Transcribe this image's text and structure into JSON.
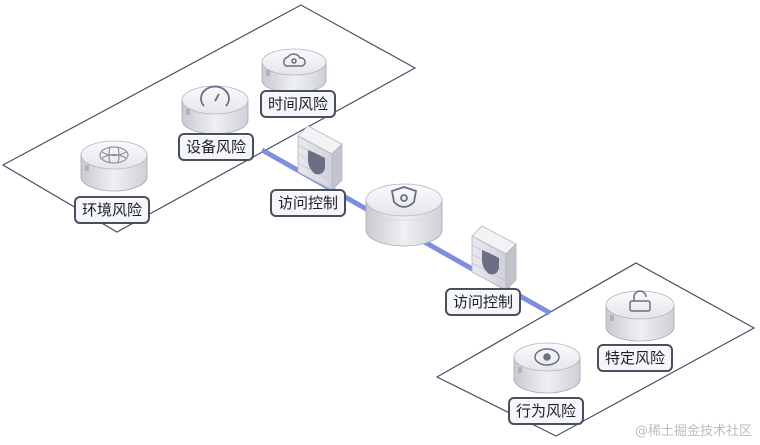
{
  "nodes": {
    "environment_risk": "环境风险",
    "device_risk": "设备风险",
    "time_risk": "时间风险",
    "access_control_1": "访问控制",
    "access_control_2": "访问控制",
    "specific_risk": "特定风险",
    "behavior_risk": "行为风险"
  },
  "icons": {
    "environment": "globe-icon",
    "device": "gauge-icon",
    "time": "cloud-icon",
    "center": "shield-icon",
    "firewall": "firewall-icon",
    "specific": "lock-icon",
    "behavior": "compass-icon"
  },
  "colors": {
    "link": "#7f8fe0",
    "region_border": "#4b5068",
    "shield": "#6b6f85"
  },
  "watermark": "@稀土掘金技术社区"
}
